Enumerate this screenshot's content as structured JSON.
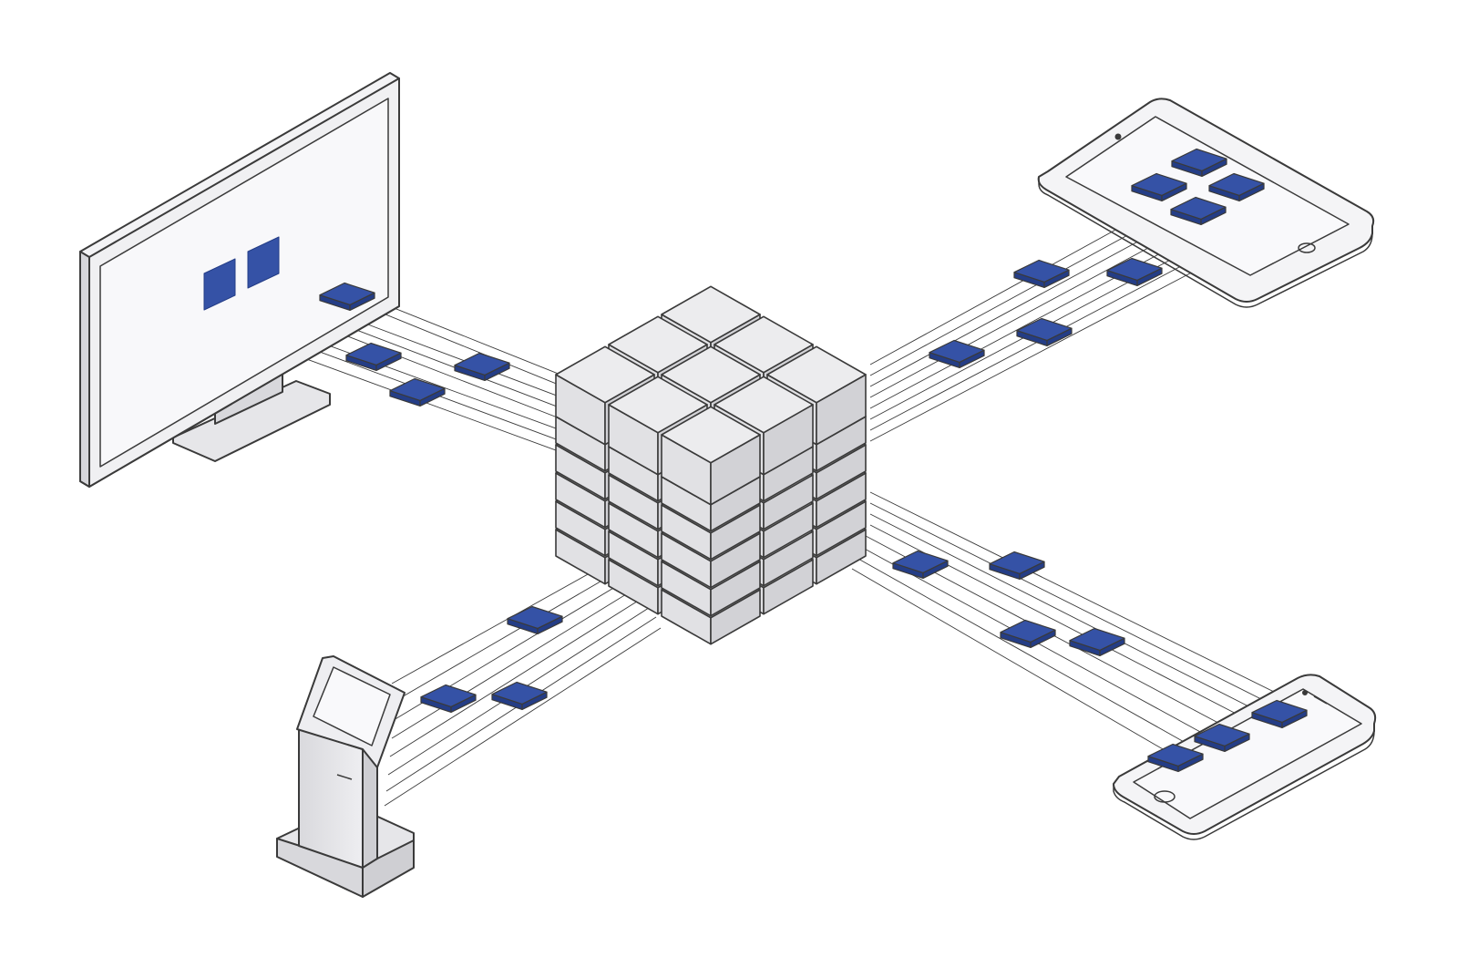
{
  "diagram": {
    "hub": {
      "name": "central-block-cube",
      "cols": 3,
      "rows": 3,
      "layers": 5
    },
    "devices": [
      {
        "name": "desktop-monitor",
        "kind": "monitor"
      },
      {
        "name": "tablet",
        "kind": "tablet"
      },
      {
        "name": "kiosk",
        "kind": "kiosk"
      },
      {
        "name": "smartphone",
        "kind": "phone"
      }
    ],
    "connections": [
      {
        "from": "central-block-cube",
        "to": "desktop-monitor",
        "lines": 8,
        "packets": 4
      },
      {
        "from": "central-block-cube",
        "to": "tablet",
        "lines": 8,
        "packets": 4
      },
      {
        "from": "central-block-cube",
        "to": "kiosk",
        "lines": 8,
        "packets": 3
      },
      {
        "from": "central-block-cube",
        "to": "smartphone",
        "lines": 8,
        "packets": 4
      }
    ],
    "colors": {
      "stroke": "#3a3a3a",
      "block_top": "#ececee",
      "block_left": "#e1e1e4",
      "block_right": "#d2d2d6",
      "accent": "#3552a6",
      "accent_dark": "#243d86",
      "screen": "#f6f6f8",
      "device_body": "#f3f3f5"
    }
  }
}
